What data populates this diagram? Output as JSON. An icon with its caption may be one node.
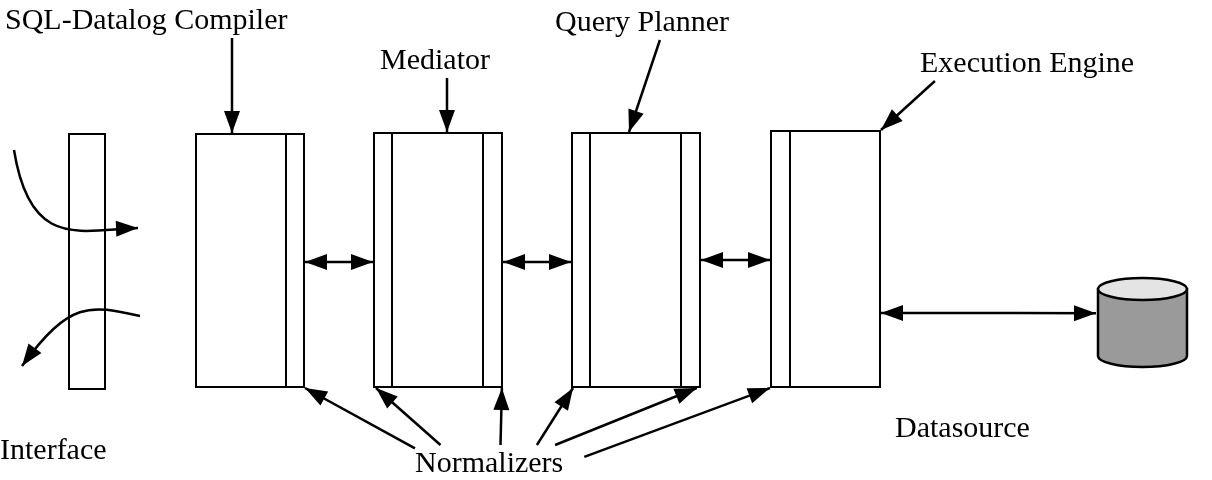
{
  "diagram": {
    "nodes": [
      {
        "text": [
          "SQL-Datalog Compiler"
        ]
      },
      {
        "text": [
          "Query Planner"
        ]
      },
      {
        "text": [
          "Mediator"
        ]
      },
      {
        "text": [
          "Execution Engine"
        ]
      },
      {
        "text": [],
        "shape": "bar",
        "beside": [
          "Interface"
        ]
      },
      {
        "text": [],
        "shape": "box"
      },
      {
        "text": [],
        "shape": "bar",
        "in": 5
      },
      {
        "text": [],
        "shape": "box"
      },
      {
        "text": [],
        "shape": "bar",
        "in": 7
      },
      {
        "text": [],
        "shape": "bar",
        "in": 7
      },
      {
        "text": [],
        "shape": "box"
      },
      {
        "text": [],
        "shape": "bar",
        "in": 10
      },
      {
        "text": [],
        "shape": "bar",
        "in": 10
      },
      {
        "text": [],
        "shape": "box"
      },
      {
        "text": [],
        "shape": "bar",
        "in": 13
      },
      {
        "text": [],
        "shape": "cylinder",
        "beside": [
          "Datasource"
        ]
      },
      {
        "text": [
          "Normalizers"
        ]
      }
    ],
    "edges": [
      {
        "from": 0,
        "to": 5,
        "arrow": "to"
      },
      {
        "from": 2,
        "to": 7,
        "arrow": "to"
      },
      {
        "from": 1,
        "to": 10,
        "arrow": "to"
      },
      {
        "from": 3,
        "to": 13,
        "arrow": "to"
      },
      {
        "from": 5,
        "to": 7,
        "arrow": "both"
      },
      {
        "from": 7,
        "to": 10,
        "arrow": "both"
      },
      {
        "from": 10,
        "to": 13,
        "arrow": "both"
      },
      {
        "from": 13,
        "to": 15,
        "arrow": "both"
      },
      {
        "from": 16,
        "to": 6,
        "arrow": "to"
      },
      {
        "from": 16,
        "to": 8,
        "arrow": "to"
      },
      {
        "from": 16,
        "to": 9,
        "arrow": "to"
      },
      {
        "from": 16,
        "to": 11,
        "arrow": "to"
      },
      {
        "from": 16,
        "to": 12,
        "arrow": "to"
      },
      {
        "from": 16,
        "to": 14,
        "arrow": "to"
      }
    ]
  }
}
